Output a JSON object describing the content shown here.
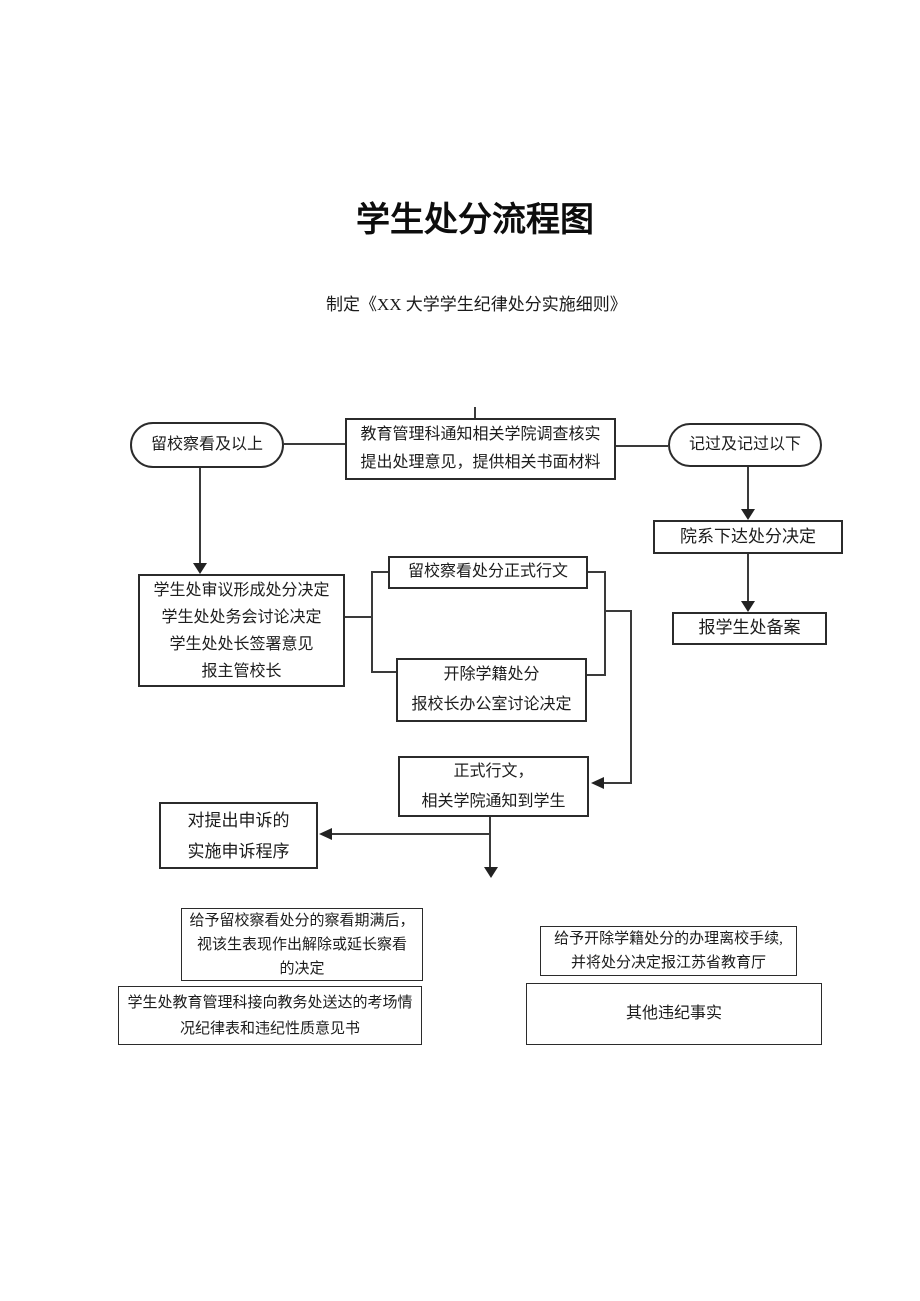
{
  "document": {
    "title": "学生处分流程图",
    "subtitle": "制定《XX 大学学生纪律处分实施细则》"
  },
  "flowchart": {
    "probation_above": "留校察看及以上",
    "notify_investigate": [
      "教育管理科通知相关学院调查核实",
      "提出处理意见，提供相关书面材料"
    ],
    "demerit_below": "记过及记过以下",
    "dept_issue_decision": "院系下达处分决定",
    "record_filing": "报学生处备案",
    "office_review": [
      "学生处审议形成处分决定",
      "学生处处务会讨论决定",
      "学生处处长签署意见",
      "报主管校长"
    ],
    "probation_formal_doc": "留校察看处分正式行文",
    "expulsion_decision": [
      "开除学籍处分",
      "报校长办公室讨论决定"
    ],
    "formal_doc_notify": [
      "正式行文，",
      "相关学院通知到学生"
    ],
    "appeal_procedure": [
      "对提出申诉的",
      "实施申诉程序"
    ],
    "probation_expiry": [
      "给予留校察看处分的察看期满后，",
      "视该生表现作出解除或延长察看",
      "的决定"
    ],
    "expulsion_leave": [
      "给予开除学籍处分的办理离校手续,",
      "并将处分决定报江苏省教育厅"
    ],
    "exam_report": [
      "学生处教育管理科接向教务处送达的考场情",
      "况纪律表和违纪性质意见书"
    ],
    "other_facts": "其他违纪事实"
  }
}
